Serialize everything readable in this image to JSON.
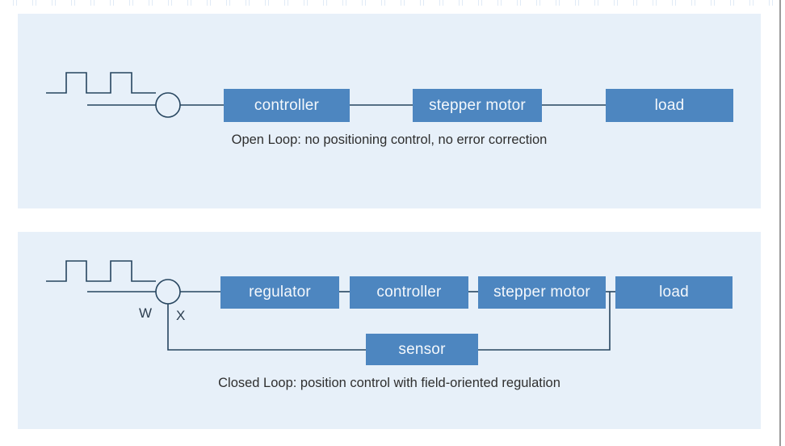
{
  "colors": {
    "panel_bg": "#e7f0f9",
    "box_fill": "#4d86c0",
    "box_text": "#f4f8fc",
    "line_color": "#26455f",
    "caption_color": "#2f2f2f",
    "label_color": "#2c3e50",
    "border_color": "#9b9b9b"
  },
  "panels": {
    "open_loop": {
      "caption": "Open Loop: no positioning control, no error correction",
      "boxes": [
        {
          "label": "controller"
        },
        {
          "label": "stepper motor"
        },
        {
          "label": "load"
        }
      ]
    },
    "closed_loop": {
      "caption": "Closed Loop: position control with field-oriented regulation",
      "w_label": "W",
      "x_label": "X",
      "boxes": [
        {
          "label": "regulator"
        },
        {
          "label": "controller"
        },
        {
          "label": "stepper motor"
        },
        {
          "label": "load"
        }
      ],
      "sensor": {
        "label": "sensor"
      }
    }
  }
}
